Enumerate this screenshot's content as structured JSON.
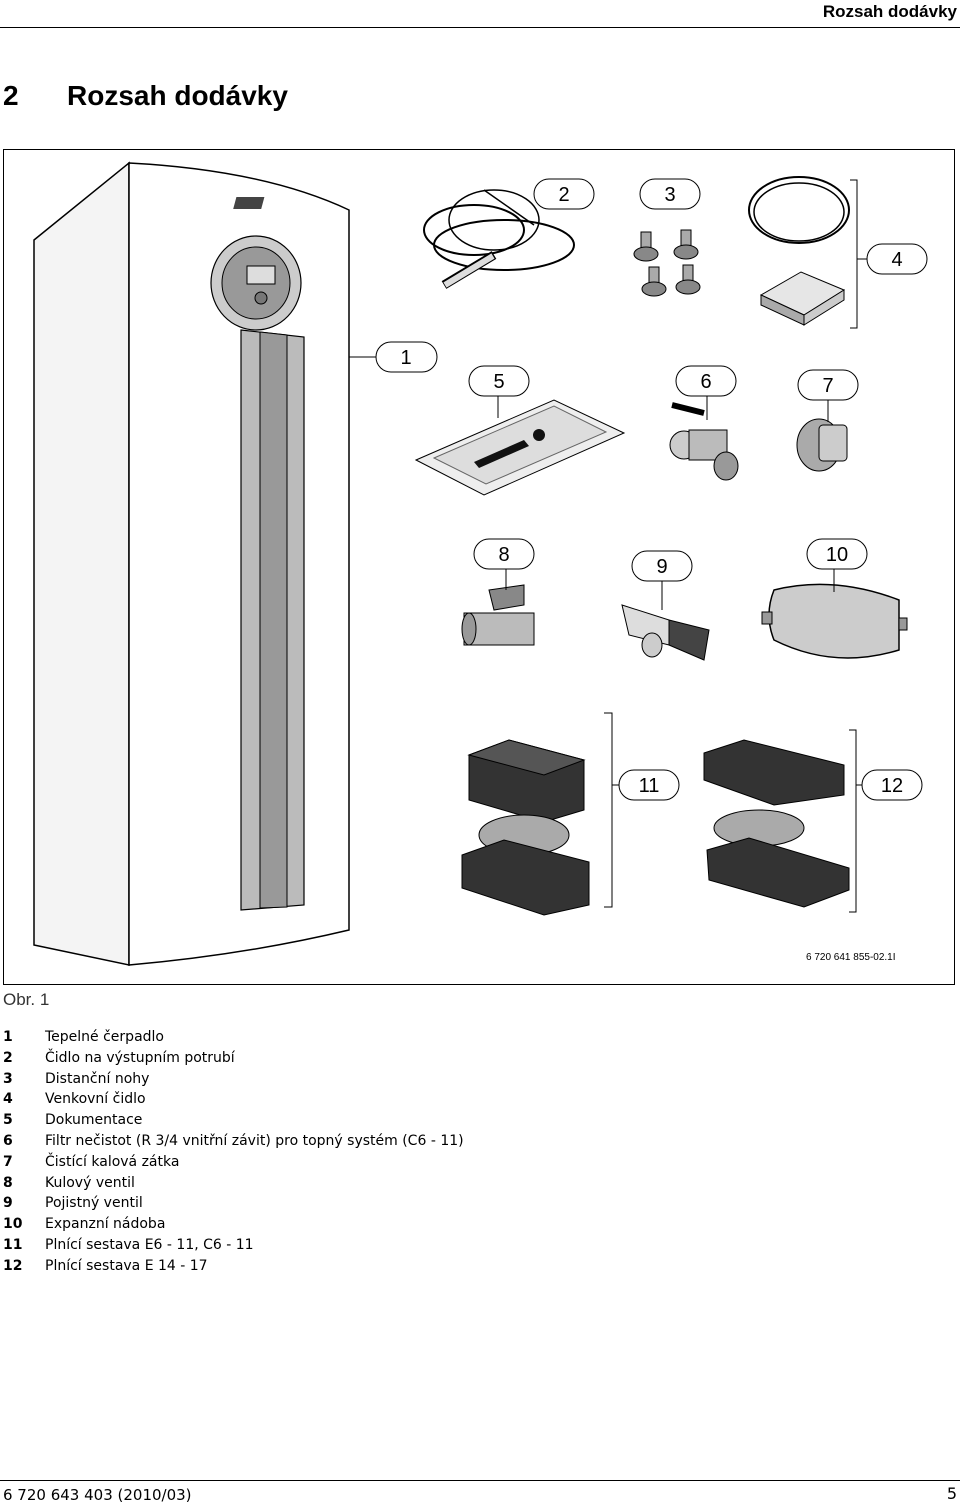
{
  "header": {
    "title": "Rozsah dodávky"
  },
  "section": {
    "number": "2",
    "title": "Rozsah dodávky"
  },
  "figure": {
    "code": "6 720 641 855-02.1I",
    "caption": "Obr. 1",
    "callouts": [
      "1",
      "2",
      "3",
      "4",
      "5",
      "6",
      "7",
      "8",
      "9",
      "10",
      "11",
      "12"
    ]
  },
  "legend": [
    {
      "n": "1",
      "text": "Tepelné čerpadlo"
    },
    {
      "n": "2",
      "text": "Čidlo na výstupním potrubí"
    },
    {
      "n": "3",
      "text": "Distanční nohy"
    },
    {
      "n": "4",
      "text": "Venkovní čidlo"
    },
    {
      "n": "5",
      "text": "Dokumentace"
    },
    {
      "n": "6",
      "text": "Filtr nečistot (R 3/4 vnitřní závit) pro topný systém (C6 - 11)"
    },
    {
      "n": "7",
      "text": "Čistící kalová zátka"
    },
    {
      "n": "8",
      "text": "Kulový ventil"
    },
    {
      "n": "9",
      "text": "Pojistný ventil"
    },
    {
      "n": "10",
      "text": "Expanzní nádoba"
    },
    {
      "n": "11",
      "text": "Plnící sestava E6 - 11, C6 - 11"
    },
    {
      "n": "12",
      "text": "Plnící sestava E 14 - 17"
    }
  ],
  "footer": {
    "doc_number": "6 720 643 403 (2010/03)",
    "page": "5"
  }
}
